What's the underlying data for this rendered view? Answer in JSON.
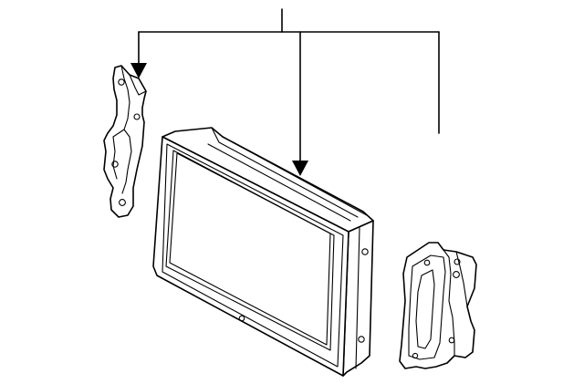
{
  "diagram": {
    "type": "exploded-parts-view",
    "style": "black line art on white",
    "parts": [
      {
        "name": "left-mounting-bracket",
        "callout": true
      },
      {
        "name": "display-unit",
        "callout": true
      },
      {
        "name": "right-mounting-bracket",
        "callout": true
      }
    ],
    "callout_leaders": 3,
    "arrowheads": 2
  }
}
